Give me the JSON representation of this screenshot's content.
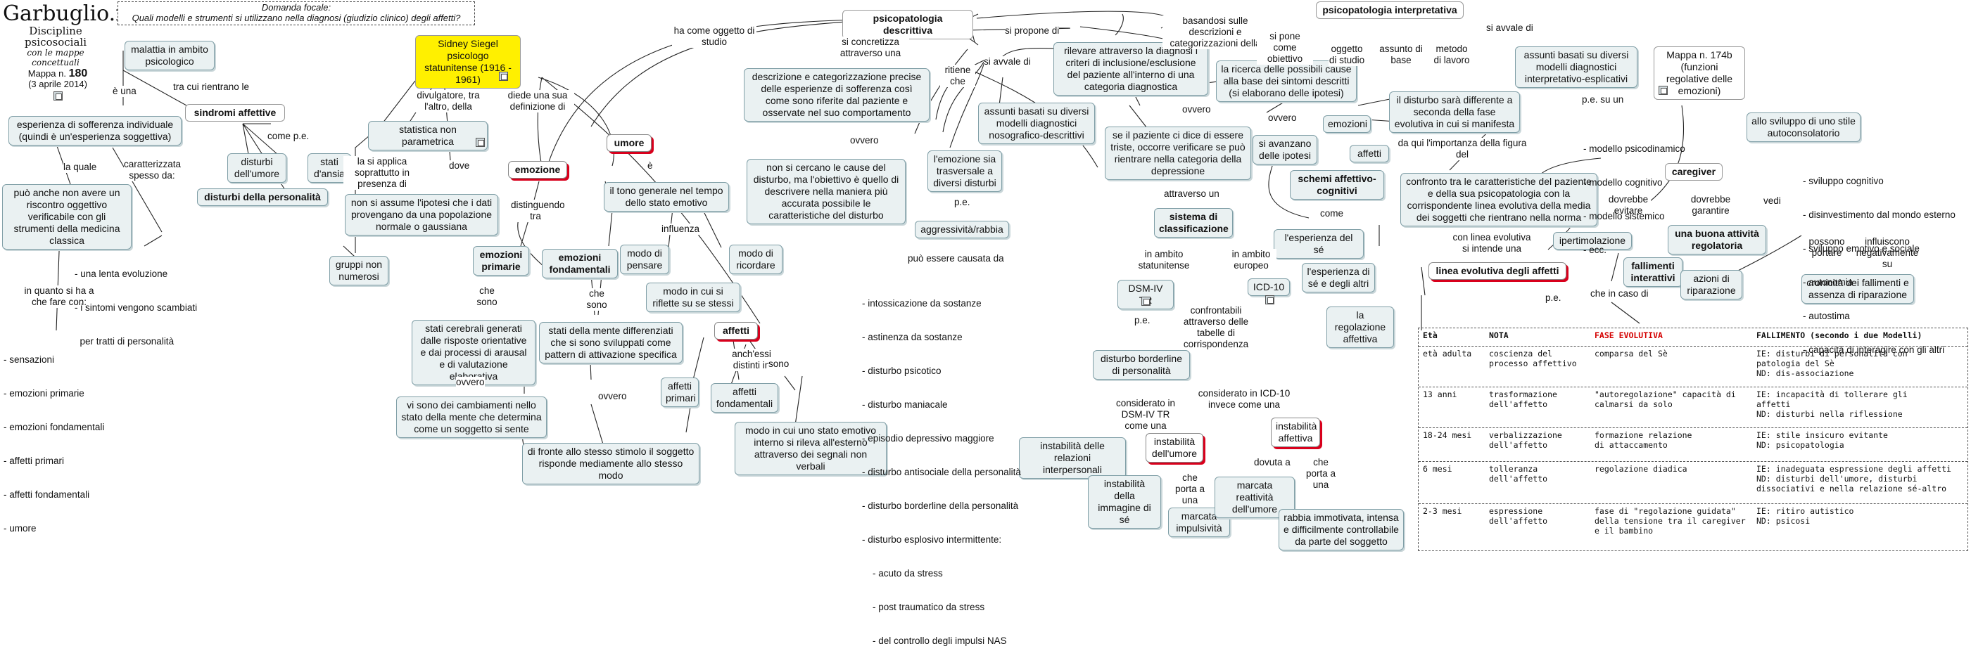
{
  "header": {
    "logo_title": "Garbuglio.it",
    "logo_subtitle": "Discipline psicosociali",
    "logo_tagline": "con le mappe concettuali",
    "focal_label": "Domanda focale:",
    "focal_question": "Quali modelli e strumenti si utilizzano nella diagnosi (giudizio clinico) degli affetti?",
    "map_prefix": "Mappa n.",
    "map_number": "180",
    "map_date": "(3 aprile 2014)"
  },
  "nodes": {
    "malattia": "malattia in ambito psicologico",
    "siegel": "Sidney Siegel psicologo statunitense (1916 - 1961)",
    "psicopatologia_descrittiva": "psicopatologia descrittiva",
    "psicopatologia_interpretativa": "psicopatologia interpretativa",
    "mappa174": "Mappa n. 174b (funzioni regolative delle emozioni)",
    "esperienza_sofferenza": "esperienza di sofferenza individuale (quindi è un'esperienza soggettiva)",
    "sindromi_affettive": "sindromi affettive",
    "disturbi_umore": "disturbi dell'umore",
    "stati_ansia": "stati d'ansia",
    "disturbi_personalita": "disturbi della personalità",
    "riscontro_oggettivo": "può anche non avere un riscontro oggettivo verificabile con gli strumenti della medicina classica",
    "statistica": "statistica non parametrica",
    "ipotesi_normale": "non si assume l'ipotesi che i dati provengano da una popolazione normale o gaussiana",
    "gruppi": "gruppi non numerosi",
    "emozione": "emozione",
    "umore": "umore",
    "tono_generale": "il tono generale nel tempo dello stato emotivo",
    "modo_pensare": "modo di pensare",
    "modo_ricordare": "modo di ricordare",
    "modo_riflette": "modo in cui si riflette su se stessi",
    "emozioni_primarie": "emozioni primarie",
    "emozioni_fondamentali": "emozioni fondamentali",
    "stati_cerebrali": "stati cerebrali generati dalle risposte orientative e dai processi di arausal e di valutazione elaborativa",
    "cambiamenti": "vi sono dei cambiamenti nello stato della mente che determina come un soggetto si sente",
    "stati_differenziati": "stati della mente differenziati che si sono sviluppati come pattern di attivazione specifica",
    "stesso_stimolo": "di fronte allo stesso stimolo il soggetto risponde mediamente allo stesso modo",
    "affetti": "affetti",
    "affetti_primari": "affetti primari",
    "affetti_fondamentali": "affetti fondamentali",
    "modo_rileva": "modo in cui uno stato emotivo interno si rileva all'esterno attraverso dei segnali non verbali",
    "descrizione_categorizzazione": "descrizione e categorizzazione precise delle esperienze di sofferenza così come sono riferite dal paziente e osservate nel suo comportamento",
    "non_cercano": "non si cercano le cause del disturbo, ma l'obiettivo è quello di descrivere nella maniera più accurata possibile le caratteristiche del disturbo",
    "emozione_trasversale": "l'emozione sia trasversale a diversi disturbi",
    "aggressivita": "aggressività/rabbia",
    "assunti_nosografico": "assunti basati su diversi modelli diagnostici nosografico-descrittivi",
    "rilevare": "rilevare attraverso la diagnosi i criteri di inclusione/esclusione del paziente all'interno di una categoria diagnostica",
    "paziente_dice": "se il paziente ci dice di essere triste, occorre verificare se può rientrare nella categoria della depressione",
    "sistema_classificazione": "sistema di classificazione",
    "dsm": "DSM-IV TR",
    "icd": "ICD-10",
    "borderline": "disturbo borderline di personalità",
    "instabilita_relazioni": "instabilità delle relazioni interpersonali",
    "instabilita_immagine": "instabilità della immagine di sé",
    "instabilita_umore": "instabilità dell'umore",
    "marcata_impulsivita": "marcata impulsività",
    "instabilita_affettiva": "instabilità affettiva",
    "marcata_reattivita": "marcata reattività dell'umore",
    "rabbia": "rabbia immotivata, intensa e difficilmente controllabile da parte del soggetto",
    "ricerca_cause": "la ricerca delle possibili cause alla base dei sintomi descritti (si elaborano delle ipotesi)",
    "avanzano_ipotesi": "si avanzano delle ipotesi",
    "emozioni": "emozioni",
    "affetti_small": "affetti",
    "schemi": "schemi affettivo-cognitivi",
    "esperienza_se": "l'esperienza del sé",
    "esperienza_se_altri": "l'esperienza di sé e degli altri",
    "regolazione_affettiva": "la regolazione affettiva",
    "disturbo_diverso": "il disturbo sarà differente a seconda della fase evolutiva in cui si manifesta",
    "assunti_interpretativo": "assunti basati su diversi modelli diagnostici interpretativo-esplicativi",
    "confronto": "confronto tra le caratteristiche del paziente e della sua psicopatologia con la corrispondente linea evolutiva della media dei soggetti che rientrano nella norma",
    "linea_evolutiva": "linea evolutiva degli affetti",
    "caregiver": "caregiver",
    "ipertimolazione": "ipertimolazione",
    "attivita_regolatoria": "una buona attività regolatoria",
    "fallimenti": "fallimenti interattivi",
    "azioni_riparazione": "azioni di riparazione",
    "cronicita": "cronicità dei fallimenti e assenza di riparazione",
    "stile_autoconsolatorio": "allo sviluppo di uno stile autoconsolatorio"
  },
  "labels": {
    "e_una": "è una",
    "tra_cui": "tra cui rientrano le",
    "come_pe": "come p.e.",
    "la_quale": "la quale",
    "caratterizzata": "caratterizzata spesso da:",
    "in_quanto": "in quanto si ha a che fare con:",
    "divulgatore": "divulgatore, tra l'altro, della",
    "la_si_applica": "la si applica soprattutto in presenza di",
    "dove": "dove",
    "ha_oggetto": "ha come oggetto di studio",
    "diede_definizione": "diede una sua definizione di",
    "distinguendo": "distinguendo tra",
    "e_umore": "è",
    "influenza": "influenza",
    "che_sono_1": "che sono",
    "che_sono_2": "che sono",
    "ovvero_1": "ovvero",
    "ovvero_2": "ovvero",
    "anche_distinti": "anch'essi distinti in",
    "sono": "sono",
    "si_concretizza": "si concretizza attraverso una",
    "ovvero_desc": "ovvero",
    "ritiene_che": "ritiene che",
    "pe_desc": "p.e.",
    "puo_essere_causata": "può essere causata da",
    "si_avvale_desc": "si avvale di",
    "si_propone": "si propone di",
    "basandosi": "basandosi sulle descrizioni e categorizzazioni della",
    "ovvero_rilevare": "ovvero",
    "attraverso_un": "attraverso un",
    "ambito_statunitense": "in ambito statunitense",
    "ambito_europeo": "in ambito europeo",
    "confrontabili": "confrontabili attraverso delle tabelle di corrispondenza",
    "pe_dsm": "p.e.",
    "considerato_dsm": "considerato in DSM-IV TR come una",
    "considerato_icd": "considerato in ICD-10 invece come una",
    "che_porta_1": "che porta a una",
    "dovuta_a": "dovuta a",
    "che_porta_2": "che porta a una",
    "si_pone_obiettivo": "si pone come obiettivo",
    "ovvero_interp": "ovvero",
    "oggetto_studio": "oggetto di studio",
    "assunto_base": "assunto di base",
    "metodo_lavoro": "metodo di lavoro",
    "si_avvale_interp": "si avvale di",
    "come_schemi": "come",
    "pe_su_un": "p.e. su un",
    "da_qui": "da qui l'importanza della figura del",
    "dovrebbe_evitare": "dovrebbe evitare",
    "dovrebbe_garantire": "dovrebbe garantire",
    "vedi": "vedi",
    "con_linea": "con linea evolutiva si intende una",
    "pe_linea": "p.e.",
    "che_in_caso": "che in caso di",
    "possono_portare": "possono portare",
    "influiscono": "influiscono negativamente su"
  },
  "lists": {
    "caratterizzata": [
      "- una lenta evoluzione",
      "- i sintomi vengono scambiati",
      "  per tratti di personalità"
    ],
    "in_quanto": [
      "- sensazioni",
      "- emozioni primarie",
      "- emozioni fondamentali",
      "- affetti primari",
      "- affetti fondamentali",
      "- umore"
    ],
    "cause": [
      "- intossicazione da sostanze",
      "- astinenza da sostanze",
      "- disturbo psicotico",
      "- disturbo maniacale",
      "- episodio depressivo maggiore",
      "- disturbo antisociale della personalità",
      "- disturbo borderline della personalità",
      "- disturbo esplosivo intermittente:",
      "    - acuto da stress",
      "    - post traumatico da stress",
      "    - del controllo degli impulsi NAS"
    ],
    "modelli": [
      "- modello psicodinamico",
      "- modello cognitivo",
      "- modello sistemico",
      "- ecc."
    ],
    "sviluppo": [
      "- sviluppo cognitivo",
      "- disinvestimento dal mondo esterno",
      "- sviluppo emotivo e sociale",
      "- autonomia",
      "- autostima",
      "- capacità di interagire con gli altri"
    ]
  },
  "table": {
    "headers": [
      "Età",
      "NOTA",
      "FASE EVOLUTIVA",
      "FALLIMENTO (secondo i due Modelli)"
    ],
    "rows": [
      {
        "eta": "età adulta",
        "nota": "coscienza del\nprocesso affettivo",
        "fase": "comparsa del Sè",
        "fallimento": "IE: disturbi di personalità con\npatologia del Sè\nND: dis-associazione"
      },
      {
        "eta": "13 anni",
        "nota": "trasformazione\ndell'affetto",
        "fase": "\"autoregolazione\" capacità di\ncalmarsi da solo",
        "fallimento": "IE: incapacità di tollerare gli\naffetti\nND: disturbi nella riflessione"
      },
      {
        "eta": "18-24 mesi",
        "nota": "verbalizzazione\ndell'affetto",
        "fase": "formazione relazione\ndi attaccamento",
        "fallimento": "IE: stile insicuro evitante\nND: psicopatologia"
      },
      {
        "eta": "6 mesi",
        "nota": "tolleranza\ndell'affetto",
        "fase": "regolazione diadica",
        "fallimento": "IE: inadeguata espressione degli affetti\nND: disturbi dell'umore, disturbi\ndissociativi e nella relazione sé-altro"
      },
      {
        "eta": "2-3 mesi",
        "nota": "espressione\ndell'affetto",
        "fase": "fase di \"regolazione guidata\"\ndella tensione tra il caregiver\ne il bambino",
        "fallimento": "IE: ritiro autistico\nND: psicosi"
      }
    ]
  },
  "colors": {
    "node_fill": "#eaf1f2",
    "node_border": "#7f9ea6",
    "highlight": "#fff000",
    "accent_red": "#d8001c",
    "fase_header": "#d40000"
  }
}
